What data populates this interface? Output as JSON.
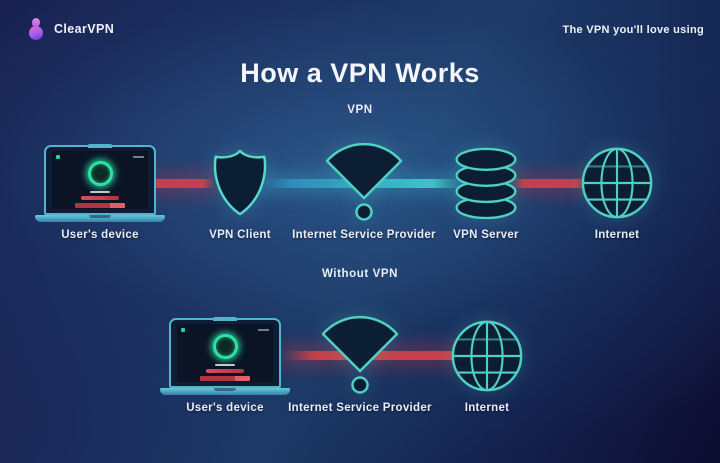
{
  "brand": {
    "name": "ClearVPN",
    "tagline": "The VPN you'll love using",
    "logo_icon": "clearvpn-blob-logo"
  },
  "title": "How a VPN Works",
  "sections": {
    "vpn": {
      "label": "VPN",
      "nodes": [
        {
          "label": "User's device",
          "icon": "laptop-icon"
        },
        {
          "label": "VPN Client",
          "icon": "shield-icon"
        },
        {
          "label": "Internet Service Provider",
          "icon": "wifi-icon"
        },
        {
          "label": "VPN Server",
          "icon": "server-icon"
        },
        {
          "label": "Internet",
          "icon": "globe-icon"
        }
      ],
      "beams": [
        {
          "from": "User's device",
          "to": "VPN Client",
          "color": "red"
        },
        {
          "from": "VPN Client",
          "to": "VPN Server",
          "color": "cyan"
        },
        {
          "from": "VPN Server",
          "to": "Internet",
          "color": "red"
        }
      ]
    },
    "without_vpn": {
      "label": "Without VPN",
      "nodes": [
        {
          "label": "User's device",
          "icon": "laptop-icon"
        },
        {
          "label": "Internet Service Provider",
          "icon": "wifi-icon"
        },
        {
          "label": "Internet",
          "icon": "globe-icon"
        }
      ],
      "beams": [
        {
          "from": "User's device",
          "to": "Internet",
          "color": "red"
        }
      ]
    }
  },
  "colors": {
    "accent_teal": "#4fd0c4",
    "icon_fill": "#0c1e33",
    "beam_red": "#c5404a",
    "beam_cyan": "#3fc3c9",
    "connect_green": "#2be2a4",
    "logo_purple": "#a15cf0",
    "logo_pink": "#ef6ac4",
    "background_dark": "#0d0c31",
    "text": "#e9edf6"
  }
}
